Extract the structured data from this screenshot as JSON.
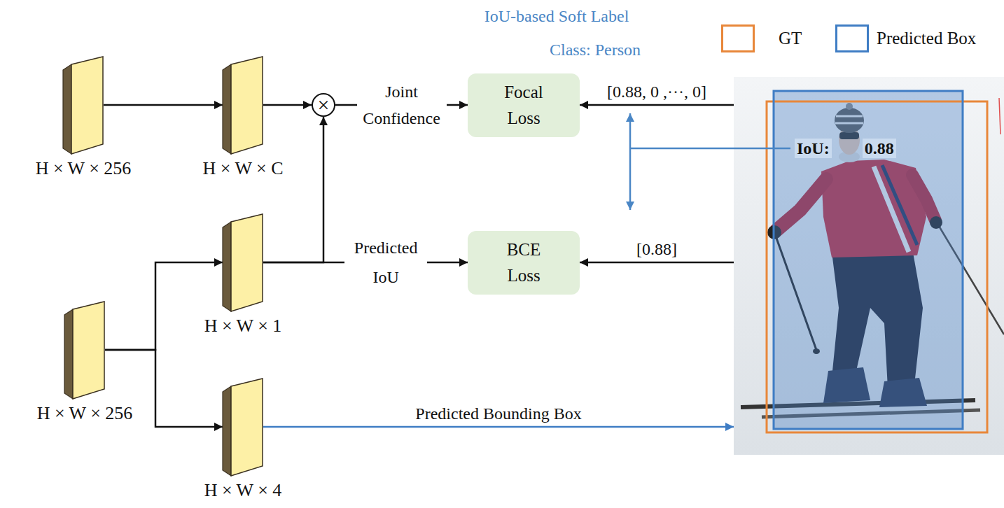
{
  "diagram": {
    "nodes": [
      {
        "text": [
          "H × W × 256"
        ]
      },
      {
        "text": [
          "H × W × C"
        ]
      },
      {
        "text": [
          "×"
        ]
      },
      {
        "text": [
          "Focal Loss"
        ]
      },
      {
        "text": [
          "IoU:",
          "0.88"
        ]
      },
      {
        "text": [
          "H × W × 1"
        ]
      },
      {
        "text": [
          "BCE Loss"
        ]
      },
      {
        "text": [
          "H × W × 256"
        ]
      },
      {
        "text": [
          "H × W × 4"
        ]
      }
    ],
    "edges": [
      {
        "from": 0,
        "to": 1,
        "arrow": "to"
      },
      {
        "from": 1,
        "to": 2,
        "arrow": "to"
      },
      {
        "from": 5,
        "to": 2,
        "arrow": "to"
      },
      {
        "from": 2,
        "to": 3,
        "label": "Joint Confidence",
        "arrow": "to"
      },
      {
        "from": 5,
        "to": 6,
        "label": "Predicted IoU",
        "arrow": "to"
      },
      {
        "from": 7,
        "to": 5,
        "arrow": "to"
      },
      {
        "from": 7,
        "to": 8,
        "arrow": "to"
      },
      {
        "from": 8,
        "to": 4,
        "label": "Predicted Bounding Box",
        "arrow": "to"
      },
      {
        "from": 4,
        "to": 3,
        "label": "[0.88, 0 ,···, 0]",
        "arrow": "to"
      },
      {
        "from": 4,
        "to": 6,
        "label": "[0.88]",
        "arrow": "to"
      }
    ],
    "labels": [
      "IoU-based Soft Label",
      "Class: Person"
    ],
    "legend": [
      {
        "text": "GT"
      },
      {
        "text": "Predicted Box"
      }
    ]
  }
}
